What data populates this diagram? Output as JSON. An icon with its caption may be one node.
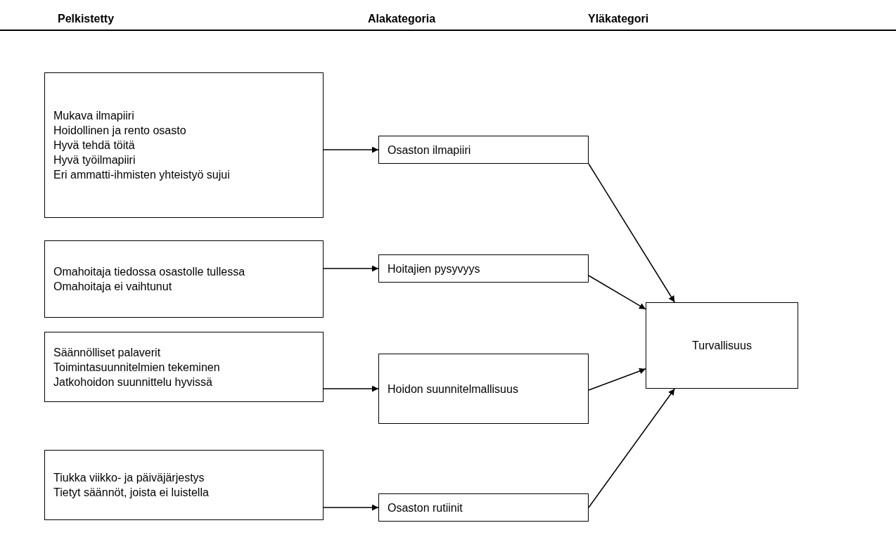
{
  "diagram": {
    "nodes": [
      {
        "text": [
          "Mukava ilmapiiri",
          "Hoidollinen ja rento osasto",
          "Hyvä tehdä töitä",
          "Hyvä työilmapiiri",
          "Eri ammatti-ihmisten yhteistyö sujui"
        ]
      },
      {
        "text": [
          "Osaston ilmapiiri"
        ]
      },
      {
        "text": [
          "Omahoitaja tiedossa osastolle tullessa",
          "Omahoitaja ei vaihtunut"
        ]
      },
      {
        "text": [
          "Hoitajien pysyvyys"
        ]
      },
      {
        "text": [
          "Säännölliset palaverit",
          "Toimintasuunnitelmien tekeminen",
          "Jatkohoidon suunnittelu hyvissä"
        ]
      },
      {
        "text": [
          "Hoidon suunnitelmallisuus"
        ]
      },
      {
        "text": [
          "Tiukka viikko- ja päiväjärjestys",
          "Tietyt säännöt, joista ei luistella"
        ]
      },
      {
        "text": [
          "Osaston rutiinit"
        ]
      },
      {
        "text": [
          "Turvallisuus"
        ]
      }
    ],
    "edges": [
      {
        "from": 0,
        "to": 1,
        "arrow": "to"
      },
      {
        "from": 2,
        "to": 3,
        "arrow": "to"
      },
      {
        "from": 4,
        "to": 5,
        "arrow": "to"
      },
      {
        "from": 6,
        "to": 7,
        "arrow": "to"
      },
      {
        "from": 1,
        "to": 8,
        "arrow": "to"
      },
      {
        "from": 3,
        "to": 8,
        "arrow": "to"
      },
      {
        "from": 5,
        "to": 8,
        "arrow": "to"
      },
      {
        "from": 7,
        "to": 8,
        "arrow": "to"
      }
    ],
    "labels": [
      "Pelkistetty",
      "Alakategoria",
      "Yläkategori"
    ]
  }
}
